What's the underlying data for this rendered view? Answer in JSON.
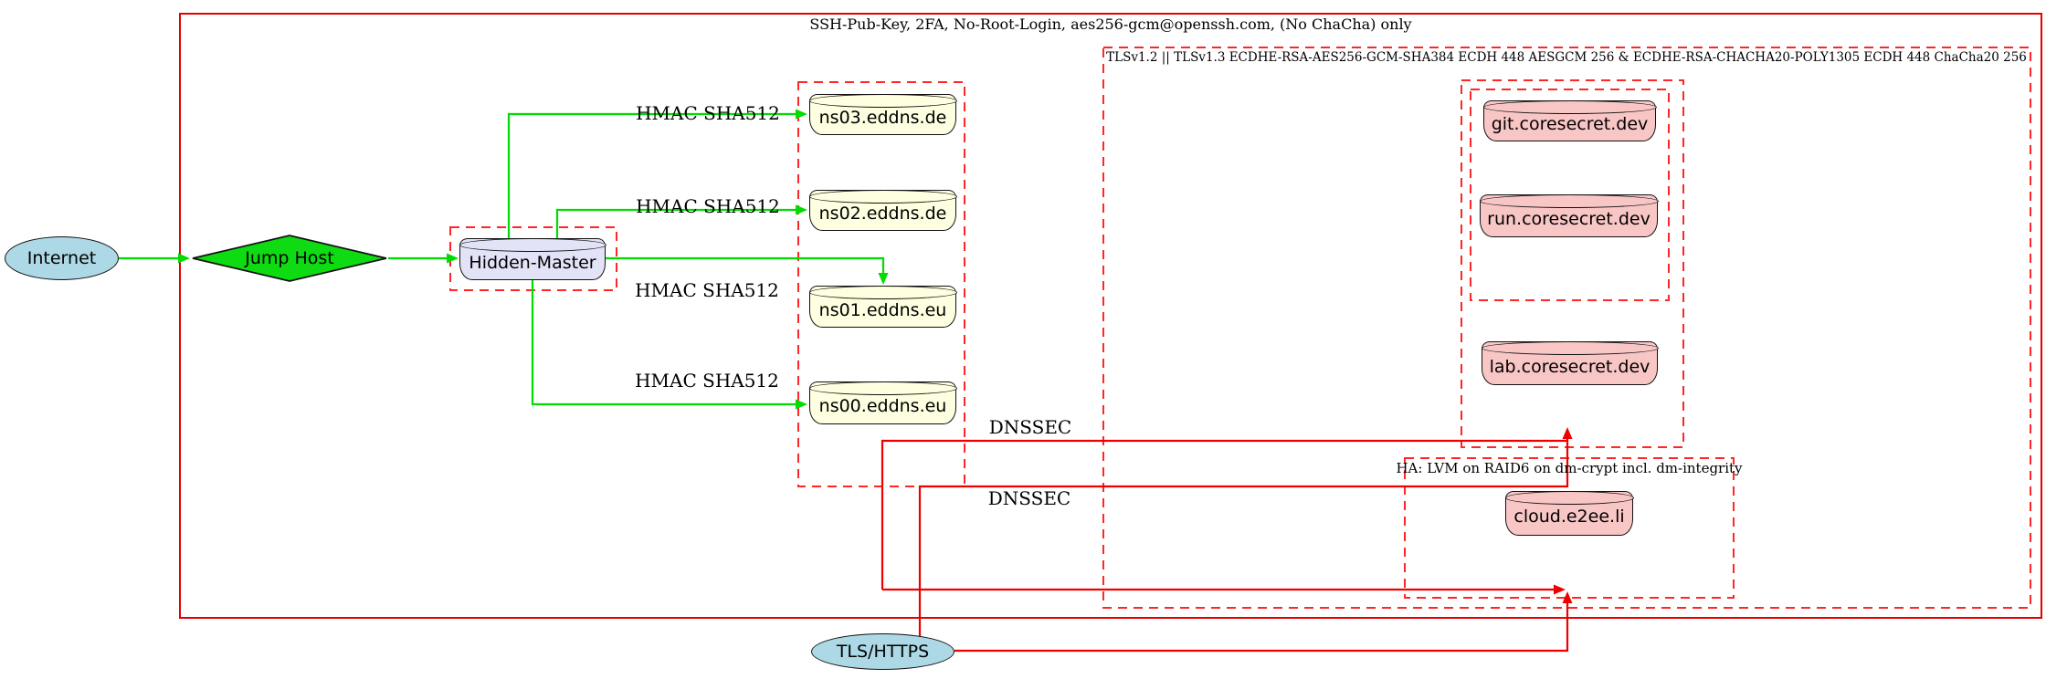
{
  "diagram": {
    "clusters": {
      "ssh_zone": {
        "label": "SSH-Pub-Key, 2FA, No-Root-Login, aes256-gcm@openssh.com, (No ChaCha) only"
      },
      "tls_zone": {
        "label": "TLSv1.2 || TLSv1.3 ECDHE-RSA-AES256-GCM-SHA384 ECDH 448 AESGCM 256 & ECDHE-RSA-CHACHA20-POLY1305 ECDH 448 ChaCha20 256"
      },
      "ha_zone": {
        "label": "HA: LVM on RAID6 on dm-crypt incl. dm-integrity"
      }
    },
    "nodes": {
      "internet": {
        "label": "Internet",
        "shape": "ellipse",
        "fill": "#add8e6"
      },
      "jump_host": {
        "label": "Jump Host",
        "shape": "diamond",
        "fill": "#0edb12"
      },
      "hidden_master": {
        "label": "Hidden-Master",
        "shape": "cylinder",
        "fill": "#e3e3f7"
      },
      "ns03": {
        "label": "ns03.eddns.de",
        "shape": "cylinder",
        "fill": "#fefee0"
      },
      "ns02": {
        "label": "ns02.eddns.de",
        "shape": "cylinder",
        "fill": "#fefee0"
      },
      "ns01": {
        "label": "ns01.eddns.eu",
        "shape": "cylinder",
        "fill": "#fefee0"
      },
      "ns00": {
        "label": "ns00.eddns.eu",
        "shape": "cylinder",
        "fill": "#fefee0"
      },
      "git": {
        "label": "git.coresecret.dev",
        "shape": "cylinder",
        "fill": "#f9c6c6"
      },
      "run": {
        "label": "run.coresecret.dev",
        "shape": "cylinder",
        "fill": "#f9c6c6"
      },
      "lab": {
        "label": "lab.coresecret.dev",
        "shape": "cylinder",
        "fill": "#f9c6c6"
      },
      "cloud": {
        "label": "cloud.e2ee.li",
        "shape": "cylinder",
        "fill": "#f9c6c6"
      },
      "tls_https": {
        "label": "TLS/HTTPS",
        "shape": "ellipse",
        "fill": "#add8e6"
      }
    },
    "edge_labels": {
      "hmac": "HMAC SHA512",
      "dnssec": "DNSSEC"
    },
    "colors": {
      "edge_green": "#00dc00",
      "edge_red": "#ee0000",
      "border_solid": "#e60000",
      "border_dash": "#ff2626",
      "node_border": "#111111"
    }
  }
}
